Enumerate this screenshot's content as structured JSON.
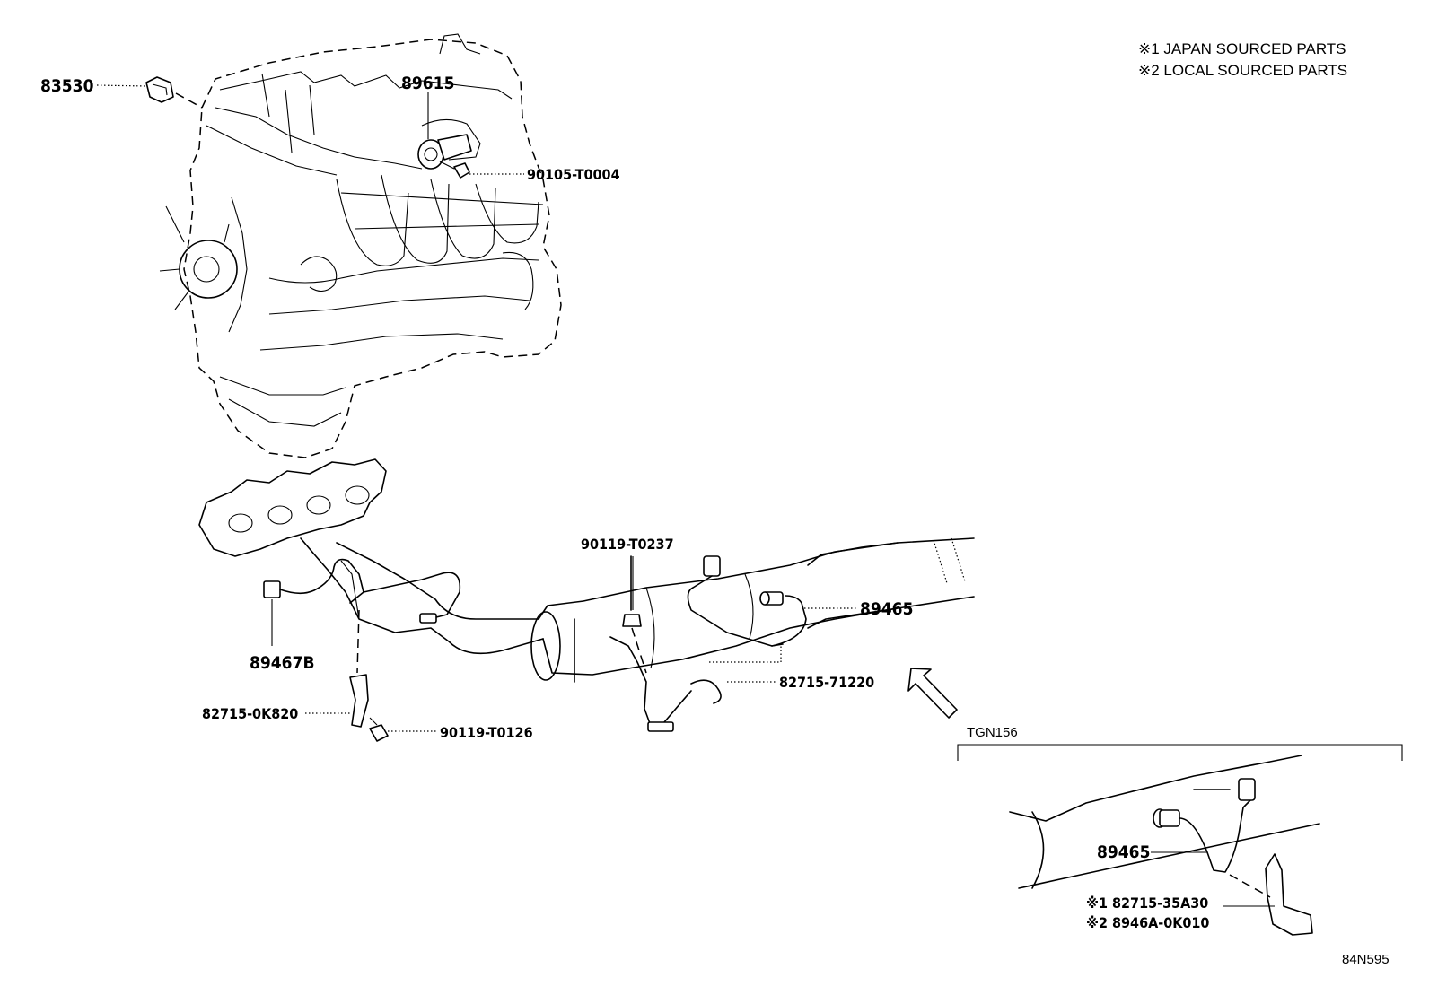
{
  "notes": {
    "japan": "※1 JAPAN SOURCED PARTS",
    "local": "※2 LOCAL SOURCED PARTS"
  },
  "parts": {
    "p83530": "83530",
    "p89615": "89615",
    "p90105": "90105-T0004",
    "p90119a": "90119-T0237",
    "p89465": "89465",
    "p89467b": "89467B",
    "p82715a": "82715-71220",
    "p82715b": "82715-0K820",
    "p90119b": "90119-T0126"
  },
  "inset": {
    "title": "TGN156",
    "part": "89465",
    "opt1": "※1 82715-35A30",
    "opt2": "※2 8946A-0K010"
  },
  "diagram_id": "84N595"
}
